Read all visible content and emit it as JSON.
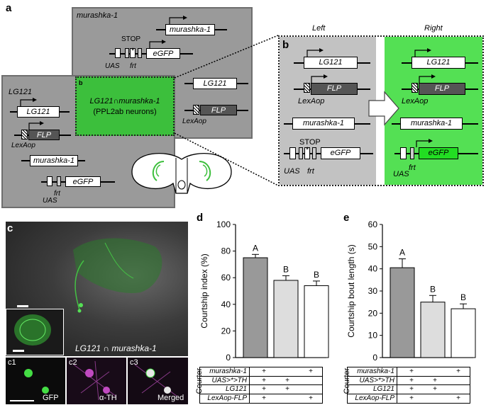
{
  "panels": {
    "a": "a",
    "b": "b",
    "b_inner": "b",
    "c": "c",
    "d": "d",
    "e": "e"
  },
  "panel_a": {
    "murashka_box_title": "murashka-1",
    "lg121_box_title": "LG121",
    "intersection_label": "LG121∩murashka-1",
    "intersection_sub": "(PPL2ab neurons)",
    "genes": {
      "murashka": "murashka-1",
      "egfp": "eGFP",
      "lg121": "LG121",
      "flp": "FLP",
      "stop": "STOP",
      "uas": "UAS",
      "frt": "frt",
      "lexaop": "LexAop",
      "star": "*"
    }
  },
  "panel_b": {
    "left": "Left",
    "right": "Right"
  },
  "panel_c": {
    "main_label": "LG121 ∩ murashka-1",
    "c1": "c1",
    "c2": "c2",
    "c3": "c3",
    "gfp": "GFP",
    "th": "α-TH",
    "merged": "Merged"
  },
  "chart_data": [
    {
      "type": "bar",
      "panel": "d",
      "ylabel": "Courtship index (%)",
      "ylim": [
        0,
        100
      ],
      "yticks": [
        0,
        20,
        40,
        60,
        80,
        100
      ],
      "values": [
        75,
        58,
        54
      ],
      "errors": [
        2.5,
        3.5,
        3.5
      ],
      "letters": [
        "A",
        "B",
        "B"
      ],
      "colors": [
        "#999999",
        "#dddddd",
        "#ffffff"
      ]
    },
    {
      "type": "bar",
      "panel": "e",
      "ylabel": "Courtship bout length (s)",
      "ylim": [
        0,
        60
      ],
      "yticks": [
        0,
        10,
        20,
        30,
        40,
        50,
        60
      ],
      "values": [
        40.5,
        25,
        22
      ],
      "errors": [
        4,
        3,
        2.2
      ],
      "letters": [
        "A",
        "B",
        "B"
      ],
      "colors": [
        "#999999",
        "#dddddd",
        "#ffffff"
      ]
    }
  ],
  "genotype_table": {
    "side_label": "Courter",
    "rows": [
      {
        "label": "murashka-1",
        "cells": [
          "+",
          "",
          "+"
        ]
      },
      {
        "label": "UAS>*>TH",
        "cells": [
          "+",
          "+",
          ""
        ]
      },
      {
        "label": "LG121",
        "cells": [
          "+",
          "+",
          ""
        ]
      },
      {
        "label": "LexAop-FLP",
        "cells": [
          "+",
          "",
          "+"
        ]
      }
    ]
  }
}
